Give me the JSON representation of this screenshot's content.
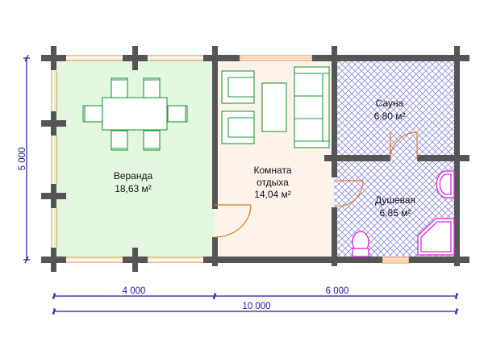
{
  "plan": {
    "rooms": [
      {
        "name": "Веранда",
        "area": "18,63 м²",
        "fill": "#e4f7e1"
      },
      {
        "name": "Комната отдыха",
        "name_line1": "Комната",
        "name_line2": "отдыха",
        "area": "14,04 м²",
        "fill": "#fdf3ea"
      },
      {
        "name": "Сауна",
        "area": "6,80 м²",
        "fill": "#ffffff",
        "hatch": "#8a8ae0"
      },
      {
        "name": "Душевая",
        "area": "6,85 м²",
        "fill": "#ffffff",
        "hatch": "#8a8ae0"
      }
    ],
    "dimensions": {
      "height": "5 000",
      "left_width": "4 000",
      "right_width": "6 000",
      "total_width": "10 000"
    },
    "colors": {
      "wall": "#555555",
      "window": "#f0a060",
      "furniture": "#1f9a3a",
      "plumbing": "#dd22dd",
      "door": "#e07a2a",
      "dimension": "#1a1aa8"
    }
  }
}
